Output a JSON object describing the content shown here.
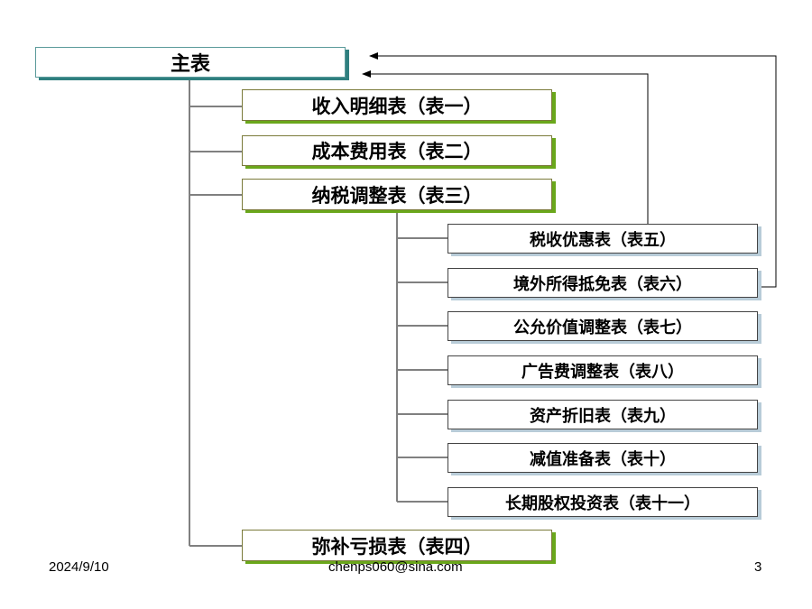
{
  "main_table": {
    "label": "主表"
  },
  "level1": [
    {
      "label": "收入明细表（表一）"
    },
    {
      "label": "成本费用表（表二）"
    },
    {
      "label": "纳税调整表（表三）"
    },
    {
      "label": "弥补亏损表（表四）"
    }
  ],
  "level2": [
    {
      "label": "税收优惠表（表五）"
    },
    {
      "label": "境外所得抵免表（表六）"
    },
    {
      "label": "公允价值调整表（表七）"
    },
    {
      "label": "广告费调整表（表八）"
    },
    {
      "label": "资产折旧表（表九）"
    },
    {
      "label": "减值准备表（表十）"
    },
    {
      "label": "长期股权投资表（表十一）"
    }
  ],
  "footer": {
    "date": "2024/9/10",
    "email": "chenps060@sina.com",
    "page": "3"
  },
  "colors": {
    "main_shadow": "#2f7f7f",
    "level1_shadow": "#6aa71b",
    "level2_shadow": "#b8ccd8",
    "connector": "#808080",
    "feedback_arrow": "#000000"
  }
}
